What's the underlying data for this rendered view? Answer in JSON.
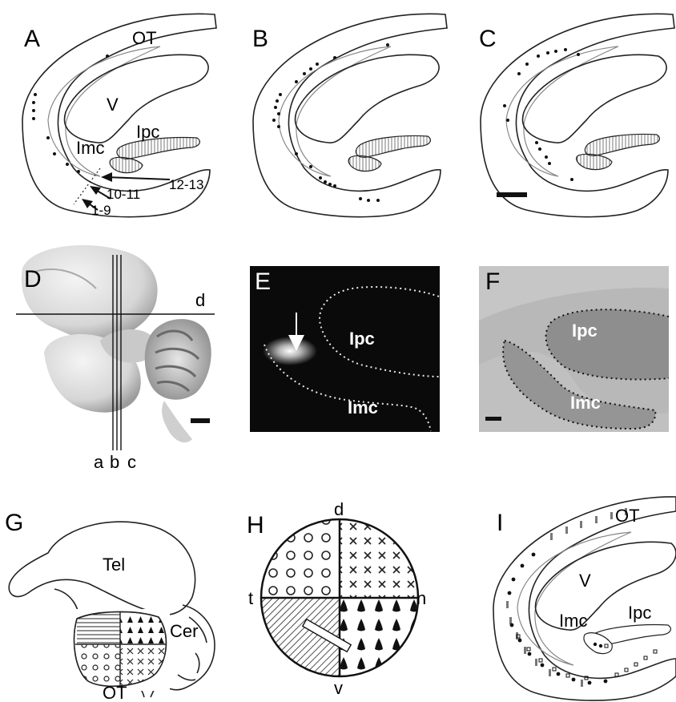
{
  "panels": {
    "A": {
      "label": "A",
      "labels": {
        "ot": "OT",
        "v": "V",
        "ipc": "Ipc",
        "imc": "Imc"
      },
      "arrows": [
        "12-13",
        "10-11",
        "1-9"
      ]
    },
    "B": {
      "label": "B"
    },
    "C": {
      "label": "C"
    },
    "D": {
      "label": "D",
      "planes": {
        "horizontal": "d",
        "a": "a",
        "b": "b",
        "c": "c"
      }
    },
    "E": {
      "label": "E",
      "labels": {
        "ipc": "Ipc",
        "imc": "Imc"
      }
    },
    "F": {
      "label": "F",
      "labels": {
        "ipc": "Ipc",
        "imc": "Imc"
      }
    },
    "G": {
      "label": "G",
      "labels": {
        "tel": "Tel",
        "cer": "Cer",
        "ot": "OT"
      }
    },
    "H": {
      "label": "H",
      "axes": {
        "d": "d",
        "t": "t",
        "n": "n",
        "v": "v"
      }
    },
    "I": {
      "label": "I",
      "labels": {
        "ot": "OT",
        "v": "V",
        "ipc": "Ipc",
        "imc": "Imc"
      }
    }
  },
  "colors": {
    "line": "#222222",
    "pale_line": "#888888",
    "gray_marker": "#777777",
    "photo_dark": "#0a0a0a",
    "stain_bg": "#b8b8b8"
  }
}
